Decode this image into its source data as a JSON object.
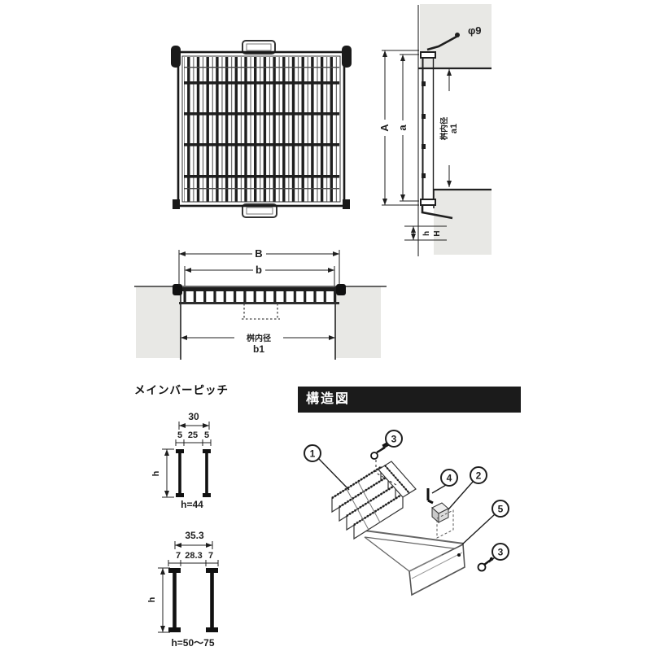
{
  "colors": {
    "ink": "#1f1f1f",
    "concrete": "#e8e8e5",
    "banner_bg": "#1b1b1b",
    "banner_text": "#ffffff"
  },
  "side_view": {
    "phi": "φ9",
    "outer": "A",
    "inner": "a",
    "masu": "桝内径",
    "masu_dim": "a1",
    "seat_h": "h",
    "seat_H": "H"
  },
  "front_view": {
    "outer": "B",
    "inner": "b",
    "masu": "桝内径",
    "masu_dim": "b1"
  },
  "pitch": {
    "heading": "メインバーピッチ",
    "d1": {
      "pitch": "30",
      "s1": "5",
      "s2": "25",
      "s3": "5",
      "h": "h",
      "note": "h=44"
    },
    "d2": {
      "pitch": "35.3",
      "s1": "7",
      "s2": "28.3",
      "s3": "7",
      "h": "h",
      "note": "h=50〜75"
    }
  },
  "structure": {
    "heading": "構造図",
    "callouts": [
      "1",
      "3",
      "4",
      "2",
      "5",
      "3"
    ]
  }
}
